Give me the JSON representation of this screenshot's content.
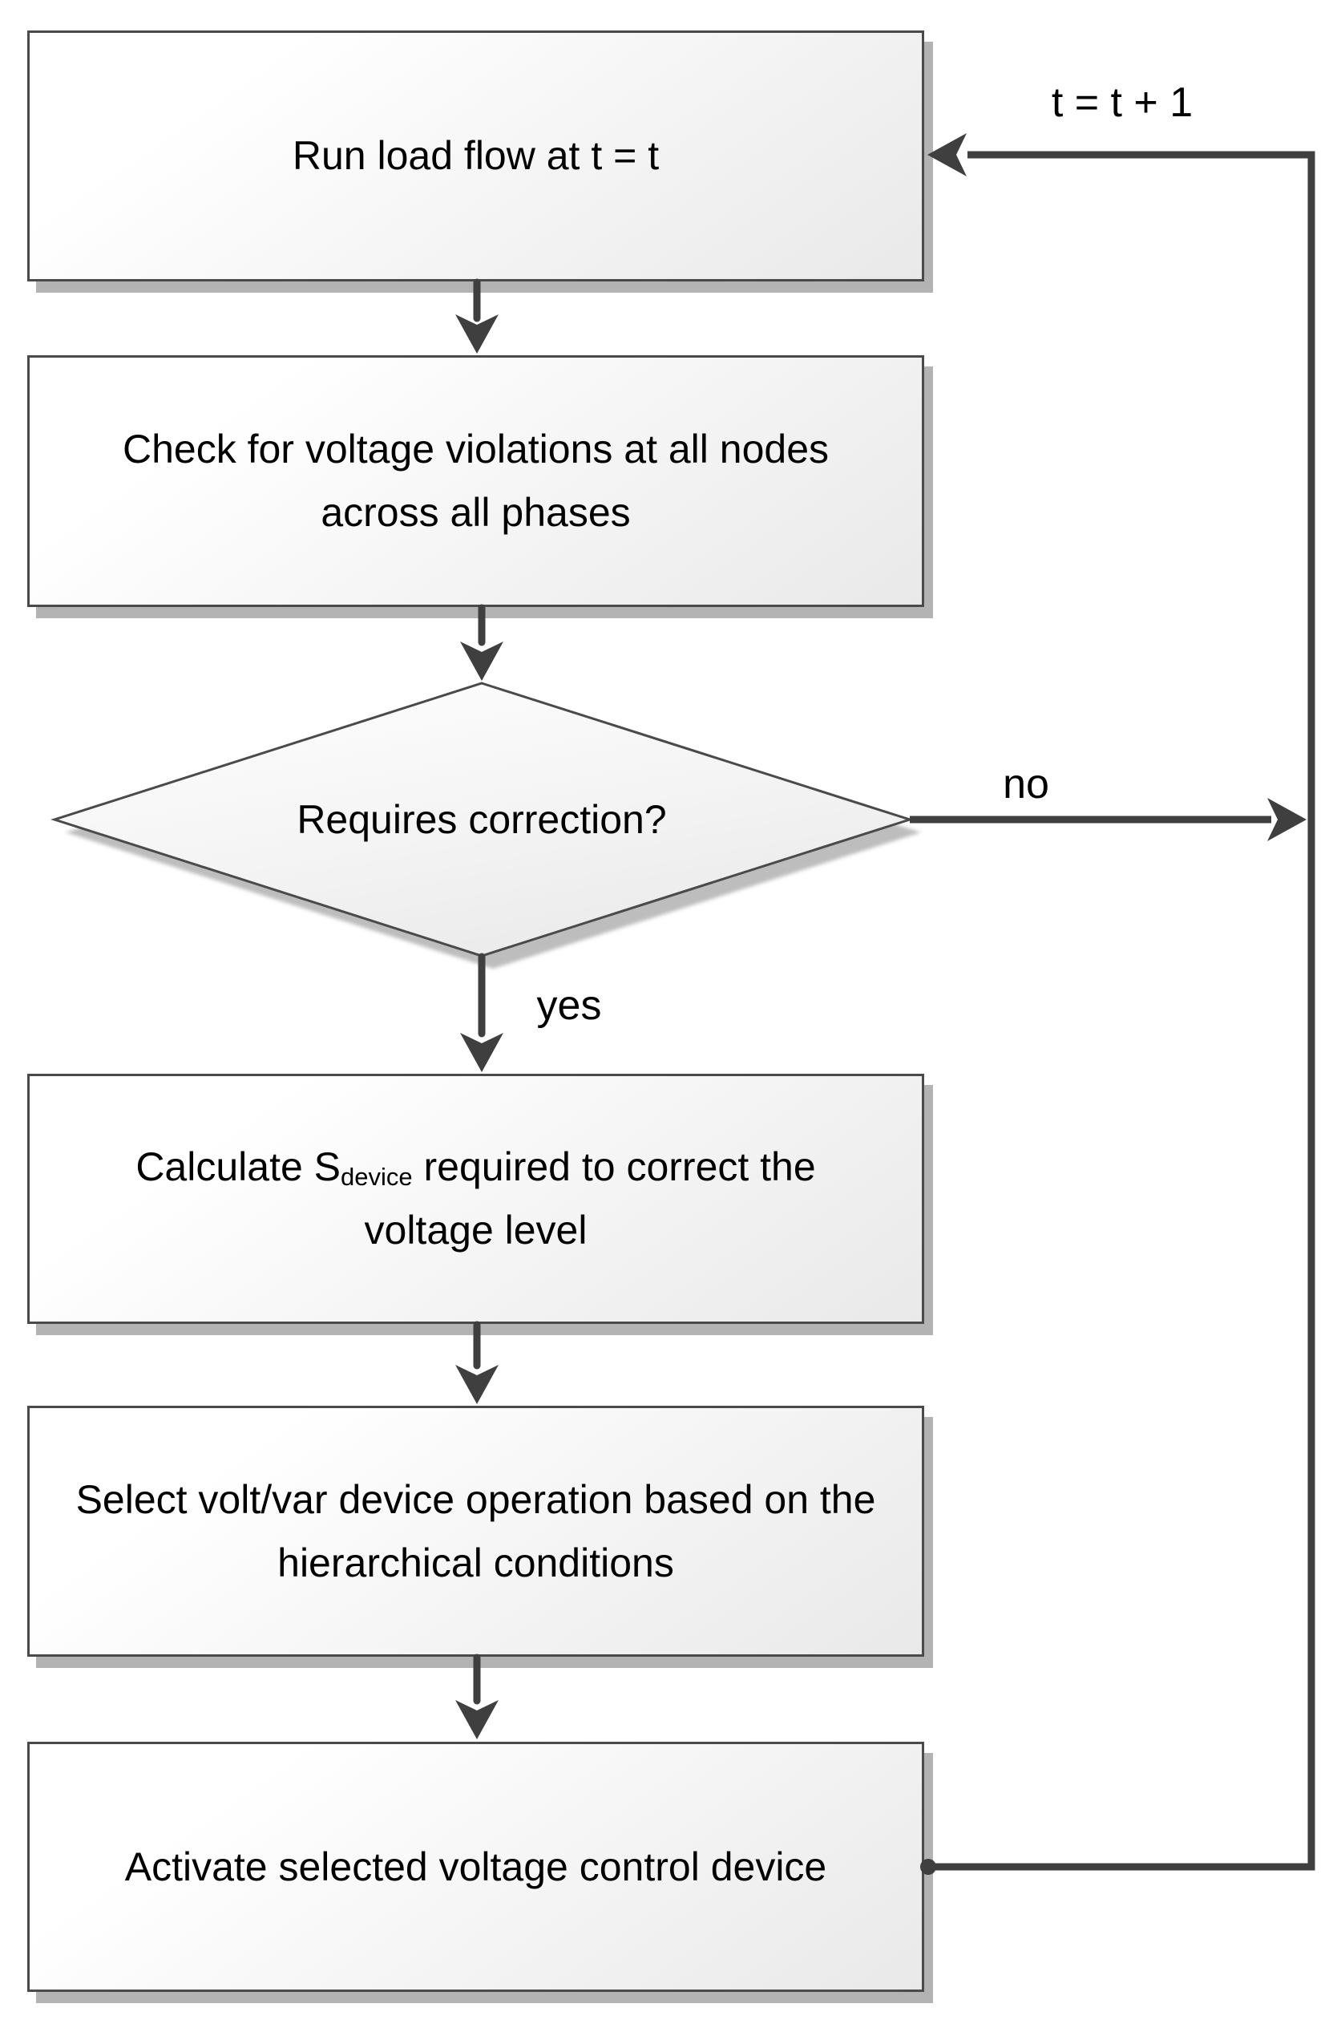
{
  "flowchart": {
    "steps": [
      {
        "id": "run-load-flow",
        "label": "Run load flow at t = t"
      },
      {
        "id": "check-violations",
        "label": "Check for voltage violations at all nodes across all phases"
      },
      {
        "id": "calculate-s-device",
        "label_parts": {
          "prefix": "Calculate S",
          "subscript": "device",
          "suffix": " required to correct the voltage level"
        }
      },
      {
        "id": "select-device",
        "label": "Select volt/var device operation based on the hierarchical conditions"
      },
      {
        "id": "activate-device",
        "label": "Activate selected voltage control device"
      }
    ],
    "decision": {
      "id": "requires-correction",
      "label": "Requires correction?"
    },
    "edge_labels": {
      "increment": "t = t + 1",
      "no": "no",
      "yes": "yes"
    },
    "colors": {
      "connector": "#3f3f3f",
      "box_border": "#4a4a4a",
      "shadow": "#b3b3b3",
      "fill_top": "#ffffff",
      "fill_bottom": "#e9e9e9",
      "text": "#000000"
    }
  }
}
